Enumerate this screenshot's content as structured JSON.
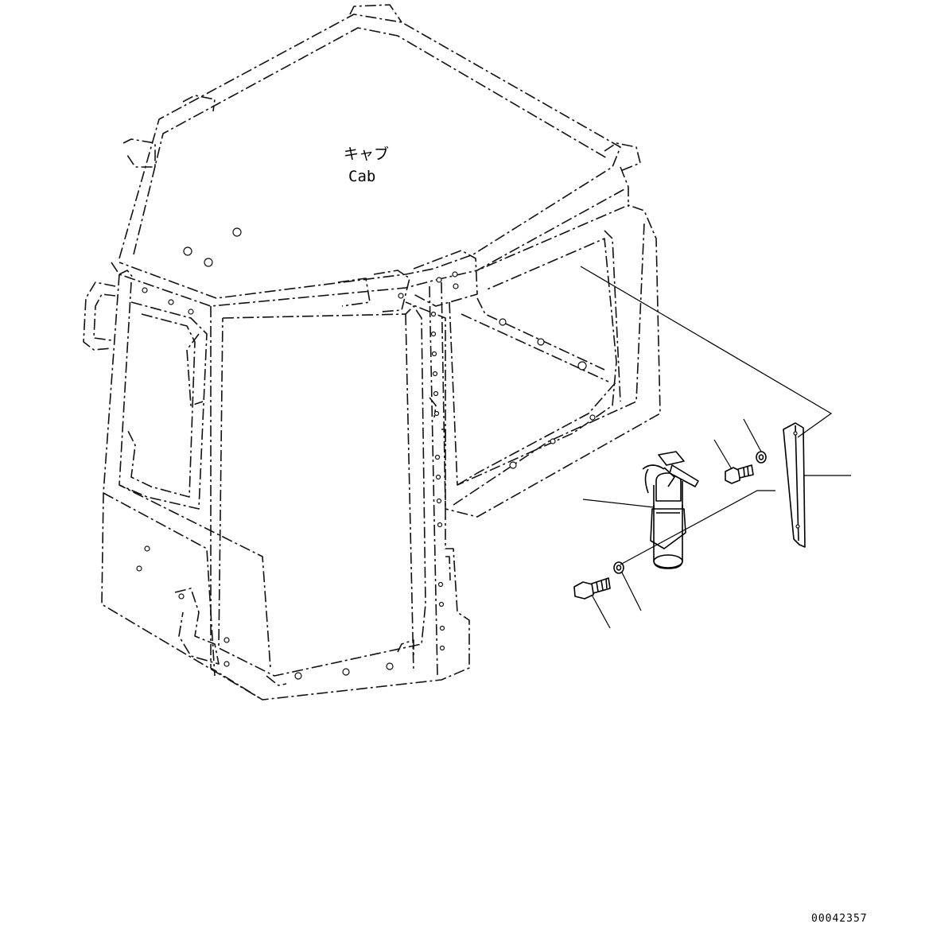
{
  "labels": {
    "cab_jp": "キャブ",
    "cab_en": "Cab",
    "drawing_code": "00042357"
  }
}
